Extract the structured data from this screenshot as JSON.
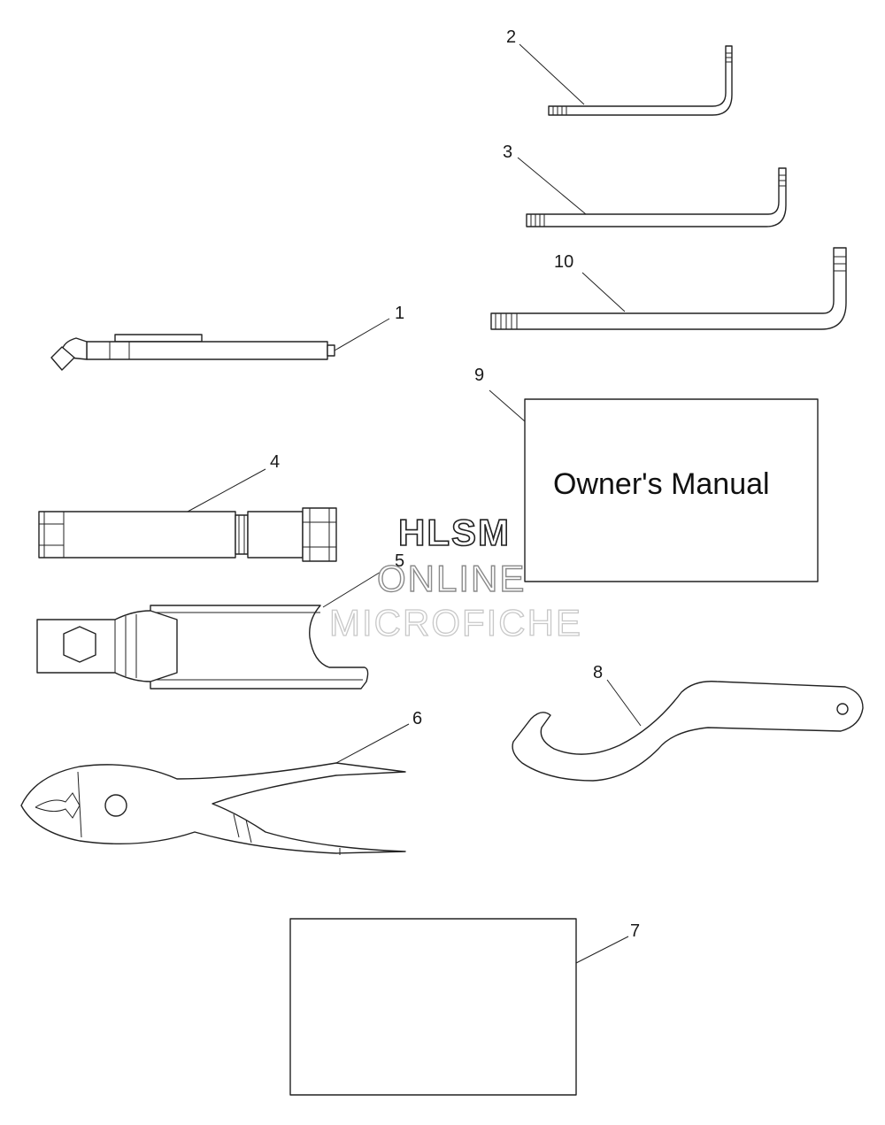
{
  "parts": [
    {
      "id": "tire-gauge",
      "callout": "1"
    },
    {
      "id": "hex-key-small",
      "callout": "2"
    },
    {
      "id": "hex-key-medium",
      "callout": "3"
    },
    {
      "id": "socket-tube",
      "callout": "4"
    },
    {
      "id": "combination-wrench",
      "callout": "5"
    },
    {
      "id": "pliers",
      "callout": "6"
    },
    {
      "id": "tool-pouch",
      "callout": "7"
    },
    {
      "id": "spanner-wrench",
      "callout": "8"
    },
    {
      "id": "owners-manual",
      "callout": "9",
      "label": "Owner's Manual"
    },
    {
      "id": "hex-key-large",
      "callout": "10"
    }
  ],
  "watermark": {
    "line1": "HLSM",
    "line2": "ONLINE",
    "line3": "MICROFICHE"
  }
}
